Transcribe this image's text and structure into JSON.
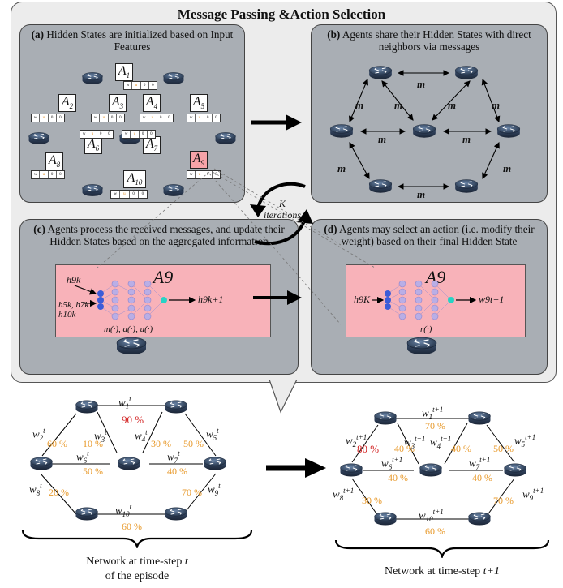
{
  "title": "Message Passing &Action Selection",
  "panels": {
    "a": {
      "letter": "(a)",
      "text": " Hidden States are initialized based on Input Features"
    },
    "b": {
      "letter": "(b)",
      "text": " Agents share their Hidden States with direct neighbors via messages"
    },
    "c": {
      "letter": "(c)",
      "text": " Agents process the received messages, and update their Hidden States based on the aggregated information"
    },
    "d": {
      "letter": "(d)",
      "text": " Agents may select an action (i.e. modify their weight) based on their final Hidden State"
    }
  },
  "agents": [
    "A1",
    "A2",
    "A3",
    "A4",
    "A5",
    "A6",
    "A7",
    "A8",
    "A9",
    "A10"
  ],
  "message_label": "m",
  "iterations": {
    "k": "K",
    "word": "iterations"
  },
  "nn_c": {
    "agent": "A9",
    "in1": "h9k",
    "in2": "h5k, h7k",
    "in3": "h10k",
    "functions": "m(·), a(·), u(·)",
    "out": "h9k+1"
  },
  "nn_d": {
    "agent": "A9",
    "in": "h9K",
    "functions": "r(·)",
    "out": "w9t+1"
  },
  "network_t": {
    "weights": [
      "w1t",
      "w2t",
      "w3t",
      "w4t",
      "w5t",
      "w6t",
      "w7t",
      "w8t",
      "w9t",
      "w10t"
    ],
    "utils": {
      "u1": "90 %",
      "u2": "60 %",
      "u3": "10 %",
      "u4": "30 %",
      "u5": "50 %",
      "u6": "50 %",
      "u7": "40 %",
      "u8": "20 %",
      "u9": "70 %",
      "u10": "60 %"
    },
    "caption1": "Network at time-step ",
    "caption_var": "t",
    "caption2": "of the episode"
  },
  "network_t1": {
    "utils": {
      "u1": "70 %",
      "u2": "80 %",
      "u3": "40 %",
      "u4": "40 %",
      "u5": "50 %",
      "u6": "40 %",
      "u7": "40 %",
      "u8": "30 %",
      "u9": "70 %",
      "u10": "60 %"
    },
    "caption1": "Network at time-step ",
    "caption_var": "t+1"
  },
  "colors": {
    "panel": "#a9aeb4",
    "outer": "#ececec",
    "nn": "#f8b2b9",
    "highlight": "#f6a3a8",
    "util_orange": "#e89a2c",
    "util_red": "#d32424"
  }
}
